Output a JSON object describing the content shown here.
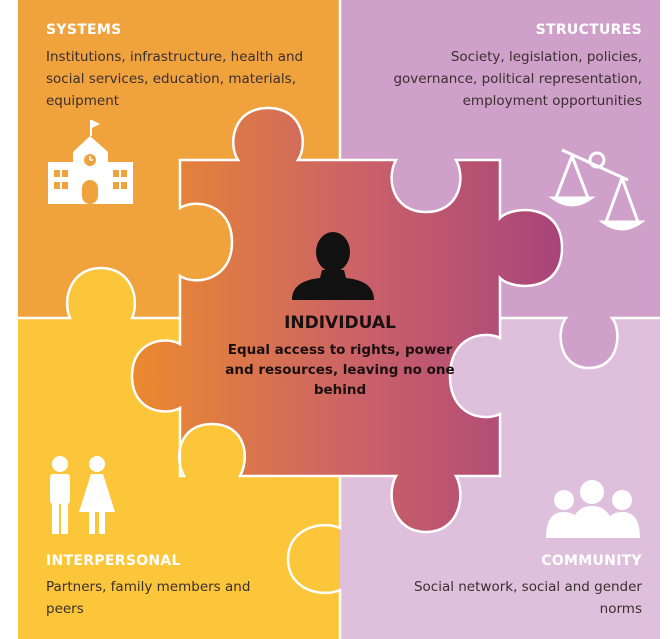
{
  "colors": {
    "systems": "#f0a23c",
    "structures": "#cfa0c9",
    "interpersonal": "#fbc63a",
    "community": "#dfc0dc",
    "individual_left": "#eb8a2e",
    "individual_right": "#a8447a"
  },
  "systems": {
    "heading": "SYSTEMS",
    "description": "Institutions, infrastructure, health and social services, education, materials, equipment",
    "icon": "school-building-icon"
  },
  "structures": {
    "heading": "STRUCTURES",
    "description": "Society, legislation, policies, governance, political representation, employment opportunities",
    "icon": "balance-scale-icon"
  },
  "interpersonal": {
    "heading": "INTERPERSONAL",
    "description": "Partners, family members and peers",
    "icon": "man-woman-icon"
  },
  "community": {
    "heading": "COMMUNITY",
    "description": "Social network, social and gender norms",
    "icon": "group-people-icon"
  },
  "individual": {
    "title": "INDIVIDUAL",
    "description": "Equal access to rights, power and resources, leaving no one behind",
    "icon": "person-icon"
  }
}
